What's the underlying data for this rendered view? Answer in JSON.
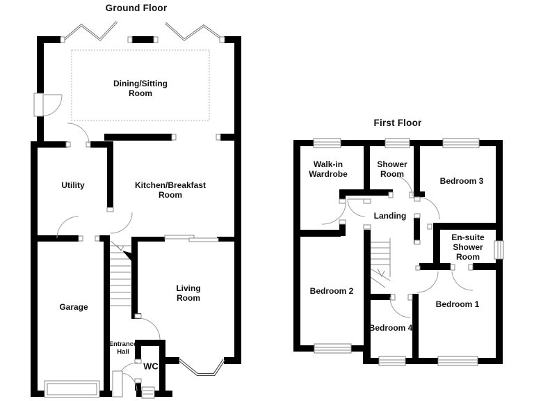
{
  "ground_floor": {
    "title": "Ground Floor",
    "rooms": {
      "dining": "Dining/Sitting\nRoom",
      "utility": "Utility",
      "kitchen": "Kitchen/Breakfast\nRoom",
      "garage": "Garage",
      "living": "Living\nRoom",
      "entrance_hall": "Entrance\nHall",
      "wc": "WC"
    }
  },
  "first_floor": {
    "title": "First Floor",
    "rooms": {
      "walk_in_wardrobe": "Walk-in\nWardrobe",
      "shower_room": "Shower\nRoom",
      "bedroom3": "Bedroom 3",
      "landing": "Landing",
      "ensuite": "En-suite\nShower\nRoom",
      "bedroom2": "Bedroom 2",
      "bedroom4": "Bedroom 4",
      "bedroom1": "Bedroom 1"
    }
  },
  "colors": {
    "wall": "#000000",
    "background": "#ffffff",
    "door_arc": "#9a9a9a",
    "window_frame": "#7e7e7e",
    "dashed_area": "#b0b0b0",
    "text": "#101010"
  }
}
